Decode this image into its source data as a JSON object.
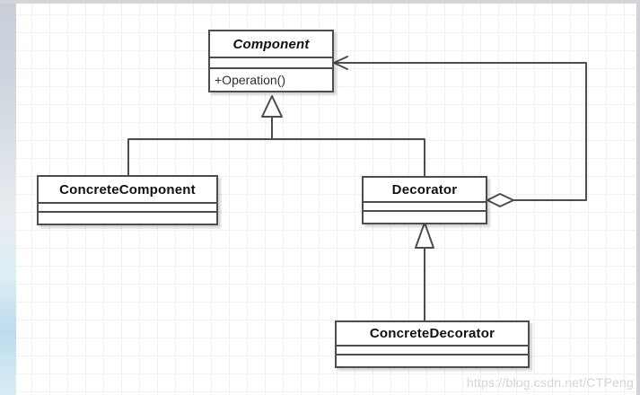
{
  "diagram": {
    "type": "uml-class-diagram",
    "pattern": "Decorator",
    "classes": {
      "component": {
        "name": "Component",
        "stereotype": "abstract",
        "operation": "+Operation()"
      },
      "concrete_component": {
        "name": "ConcreteComponent"
      },
      "decorator": {
        "name": "Decorator"
      },
      "concrete_decorator": {
        "name": "ConcreteDecorator"
      }
    },
    "relations": [
      {
        "from": "ConcreteComponent",
        "to": "Component",
        "type": "generalization"
      },
      {
        "from": "Decorator",
        "to": "Component",
        "type": "generalization"
      },
      {
        "from": "ConcreteDecorator",
        "to": "Decorator",
        "type": "generalization"
      },
      {
        "from": "Decorator",
        "to": "Component",
        "type": "aggregation-association"
      }
    ],
    "watermark": "https://blog.csdn.net/CTPeng",
    "colors": {
      "stroke": "#4d4d4d",
      "canvas": "#ffffff",
      "grid": "#f1f1f4",
      "watermark": "#d5d5d5"
    }
  }
}
